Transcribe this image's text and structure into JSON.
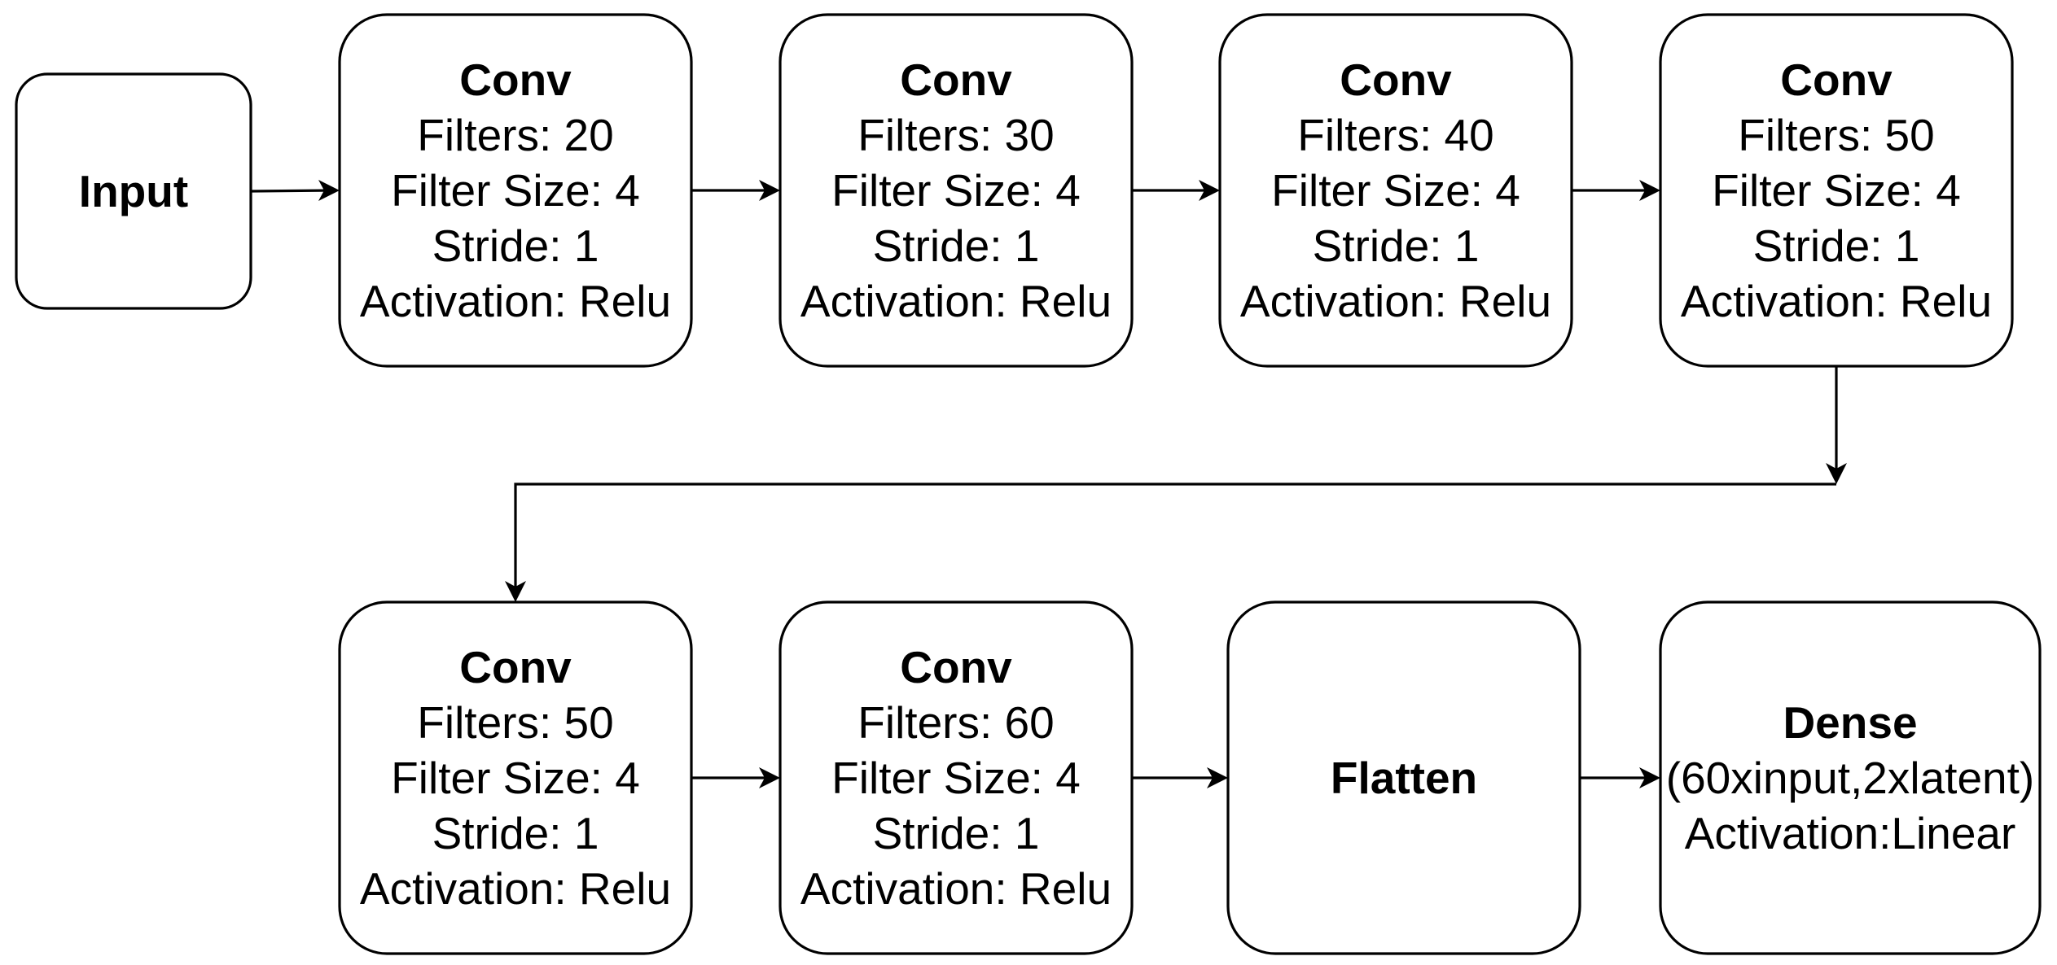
{
  "diagram": {
    "nodes": [
      {
        "id": "input",
        "title": "Input",
        "lines": []
      },
      {
        "id": "conv1",
        "title": "Conv",
        "lines": [
          "Filters: 20",
          "Filter Size: 4",
          "Stride: 1",
          "Activation: Relu"
        ]
      },
      {
        "id": "conv2",
        "title": "Conv",
        "lines": [
          "Filters: 30",
          "Filter Size: 4",
          "Stride: 1",
          "Activation: Relu"
        ]
      },
      {
        "id": "conv3",
        "title": "Conv",
        "lines": [
          "Filters: 40",
          "Filter Size: 4",
          "Stride: 1",
          "Activation: Relu"
        ]
      },
      {
        "id": "conv4",
        "title": "Conv",
        "lines": [
          "Filters: 50",
          "Filter Size: 4",
          "Stride: 1",
          "Activation: Relu"
        ]
      },
      {
        "id": "conv5",
        "title": "Conv",
        "lines": [
          "Filters: 50",
          "Filter Size: 4",
          "Stride: 1",
          "Activation: Relu"
        ]
      },
      {
        "id": "conv6",
        "title": "Conv",
        "lines": [
          "Filters: 60",
          "Filter Size: 4",
          "Stride: 1",
          "Activation: Relu"
        ]
      },
      {
        "id": "flatten",
        "title": "Flatten",
        "lines": []
      },
      {
        "id": "dense",
        "title": "Dense",
        "lines": [
          "(60xinput,2xlatent)",
          "Activation:Linear"
        ]
      }
    ],
    "edges": [
      {
        "from": "input",
        "to": "conv1"
      },
      {
        "from": "conv1",
        "to": "conv2"
      },
      {
        "from": "conv2",
        "to": "conv3"
      },
      {
        "from": "conv3",
        "to": "conv4"
      },
      {
        "from": "conv4",
        "to": "conv5"
      },
      {
        "from": "conv5",
        "to": "conv6"
      },
      {
        "from": "conv6",
        "to": "flatten"
      },
      {
        "from": "flatten",
        "to": "dense"
      }
    ],
    "colors": {
      "stroke": "#000000",
      "fill": "#ffffff",
      "text": "#000000"
    }
  }
}
